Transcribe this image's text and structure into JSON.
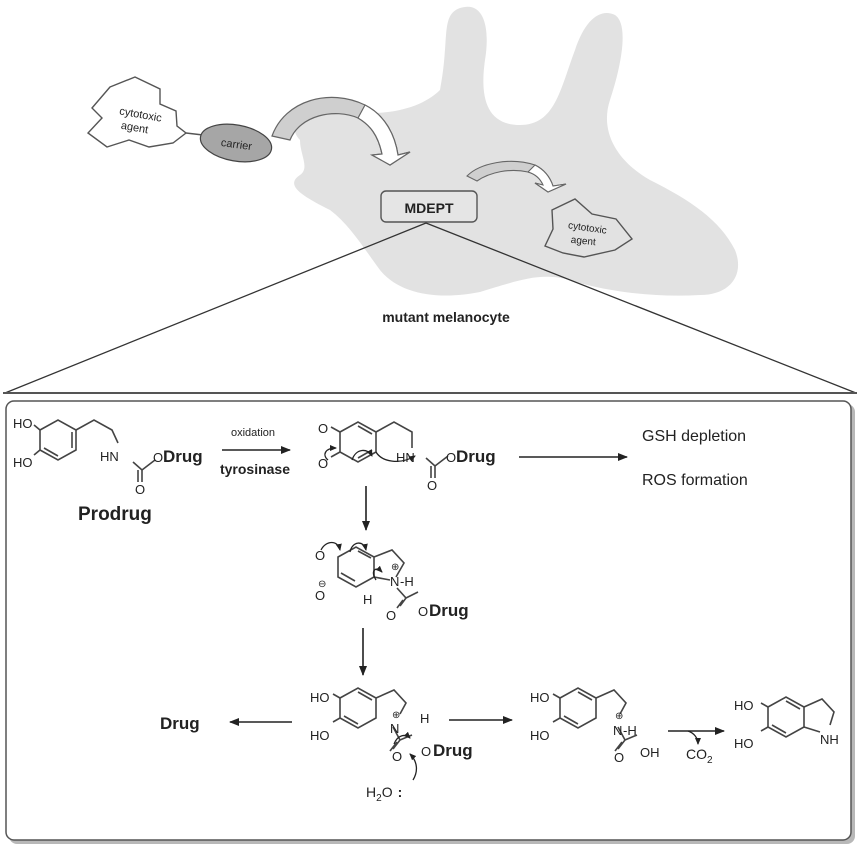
{
  "top_panel": {
    "cell_label": "mutant melanocyte",
    "enzyme_label": "MDEPT",
    "cytotoxic_agent_outside": [
      "cytotoxic",
      "agent"
    ],
    "carrier_label": "carrier",
    "cytotoxic_agent_inside": [
      "cytotoxic",
      "agent"
    ],
    "colors": {
      "cell_fill": "#e2e2e2",
      "carrier_fill": "#a6a6a6",
      "arrow_fill": "#cfcfcf"
    }
  },
  "scheme": {
    "prodrug": {
      "label": "Prodrug",
      "ho_top": "HO",
      "ho_bottom": "HO",
      "hn": "HN",
      "o_ester": "O",
      "drug": "Drug",
      "carbonyl_o": "O"
    },
    "step1_arrow": {
      "above": "oxidation",
      "below": "tyrosinase"
    },
    "quinone": {
      "o_top": "O",
      "o_bottom": "O",
      "hn": "HN",
      "o_ester": "O",
      "drug": "Drug",
      "carbonyl_o": "O"
    },
    "side_effects": [
      "GSH depletion",
      "ROS formation"
    ],
    "intermediate": {
      "o_top": "O",
      "o_minus": "O",
      "n_plus": "N",
      "nh": "-H",
      "h": "H",
      "carbonyl_o": "O",
      "o_ester": "O",
      "drug": "Drug"
    },
    "hydrolysis": {
      "ho_top": "HO",
      "ho_bottom": "HO",
      "n_plus": "N",
      "h": "H",
      "carbonyl_o": "O",
      "o_ester": "O",
      "drug": "Drug",
      "water": "H",
      "water_sub": "2",
      "water_o": "O",
      "lone_pair": ":"
    },
    "released_drug": "Drug",
    "carbamic_acid": {
      "ho_top": "HO",
      "ho_bottom": "HO",
      "n_plus": "N",
      "nh": "-H",
      "carbonyl_o": "O",
      "oh": "OH"
    },
    "decarboxylation": {
      "co": "CO",
      "sub": "2"
    },
    "product": {
      "ho_top": "HO",
      "ho_bottom": "HO",
      "nh": "NH"
    }
  }
}
